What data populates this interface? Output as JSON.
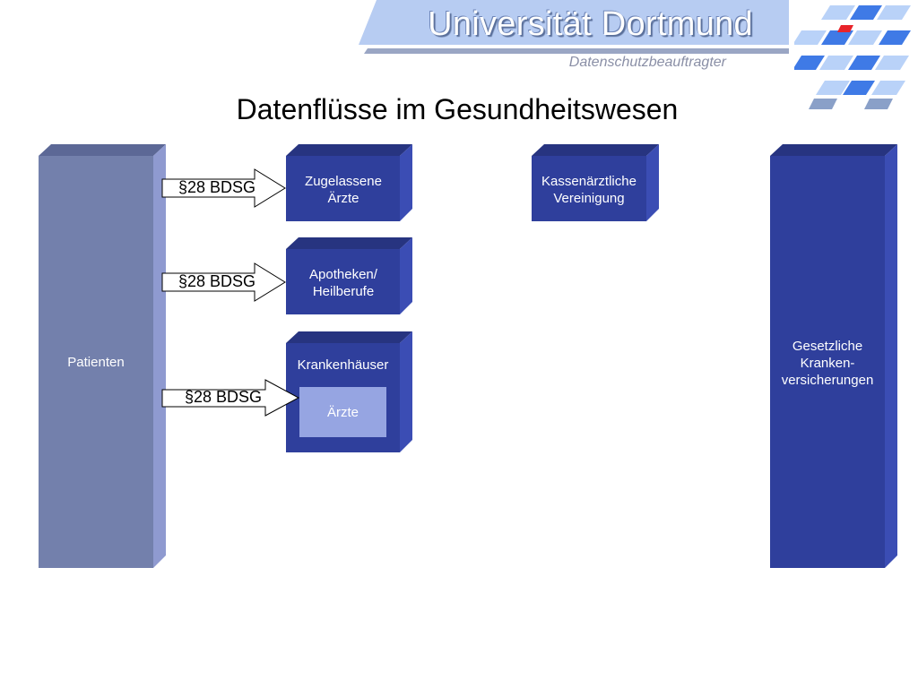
{
  "header": {
    "institution": "Universität Dortmund",
    "department": "Datenschutzbeauftragter"
  },
  "slide": {
    "title": "Datenflüsse im Gesundheitswesen"
  },
  "nodes": {
    "patients": "Patienten",
    "doctors": "Zugelassene Ärzte",
    "pharmacies": "Apotheken/ Heilberufe",
    "hospitals": "Krankenhäuser",
    "hospital_doctors": "Ärzte",
    "kv": "Kassenärztliche Vereinigung",
    "insurers": "Gesetzliche Kranken- versicherungen"
  },
  "arrows": {
    "to_doctors": "§28 BDSG",
    "to_pharmacies": "§28 BDSG",
    "to_hospitals": "§28 BDSG"
  },
  "colors": {
    "patients_front": "#7380ac",
    "patients_side": "#8f9ad0",
    "patients_top": "#5c6896",
    "box_front": "#2f3f9c",
    "box_side": "#3b4db4",
    "box_top": "#273480",
    "inner_box": "#96a5e2",
    "banner": "#b7ccf2"
  }
}
